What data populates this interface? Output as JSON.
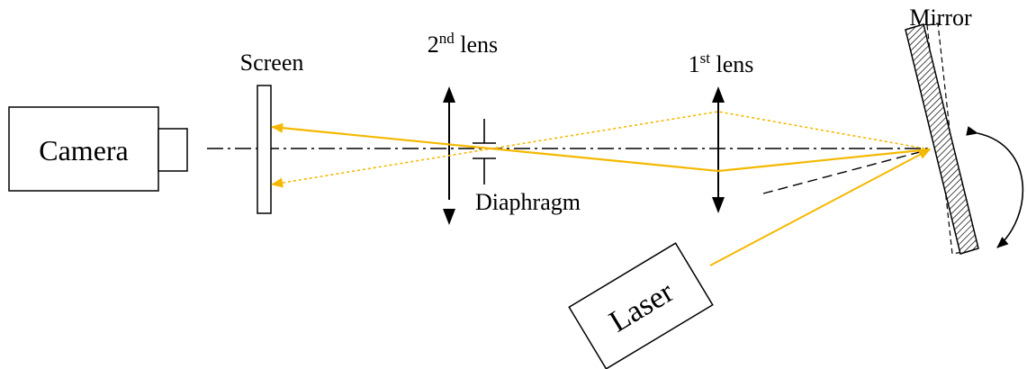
{
  "labels": {
    "camera": "Camera",
    "screen": "Screen",
    "second_lens_num": "2",
    "second_lens_sup": "nd",
    "second_lens_word": " lens",
    "first_lens_num": "1",
    "first_lens_sup": "st",
    "first_lens_word": " lens",
    "mirror": "Mirror",
    "diaphragm": "Diaphragm",
    "laser": "Laser"
  },
  "colors": {
    "beam": "#F5B800",
    "line": "#000000",
    "background": "#FFFFFF"
  }
}
